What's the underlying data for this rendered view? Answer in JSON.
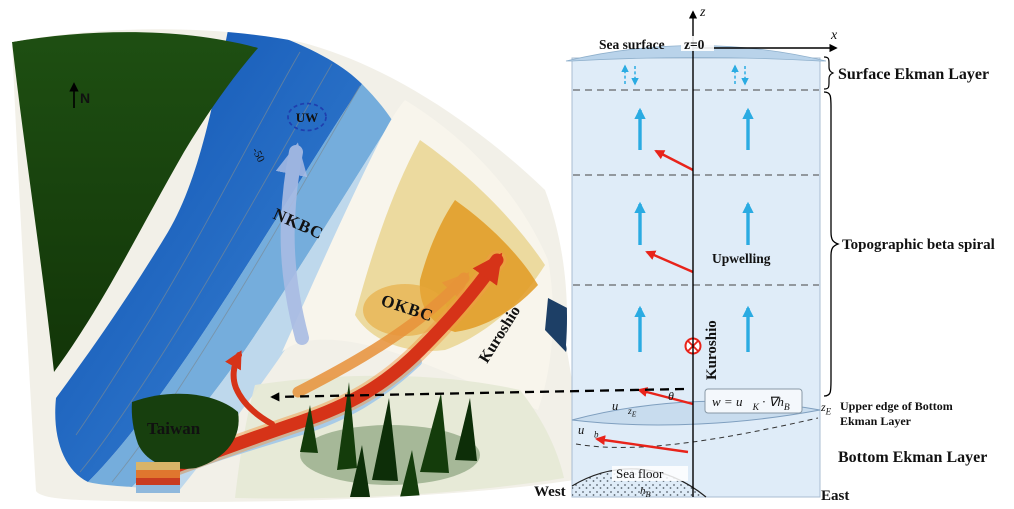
{
  "map": {
    "north": "N",
    "uw": "UW",
    "contour_50": "-50",
    "nkbc": "NKBC",
    "okbc": "OKBC",
    "kuroshio": "Kuroshio",
    "taiwan": "Taiwan"
  },
  "schematic": {
    "z_axis": "z",
    "x_axis": "x",
    "sea_surface": "Sea surface",
    "z_zero": "z=0",
    "surface_ekman": "Surface Ekman Layer",
    "beta_spiral": "Topographic beta spiral",
    "upwelling": "Upwelling",
    "kuroshio": "Kuroshio",
    "theta": "θ",
    "equation": {
      "p1": "w = u⃗",
      "sub1": "K",
      "p2": " · ∇h",
      "sub2": "B"
    },
    "u_ze": {
      "base": "u⃗",
      "sub": "z",
      "subsub": "E"
    },
    "z_e": {
      "base": "z",
      "sub": "E"
    },
    "upper_edge_line1": "Upper  edge of Bottom",
    "upper_edge_line2": "Ekman Layer",
    "bottom_ekman": "Bottom Ekman Layer",
    "u_b": {
      "base": "u⃗",
      "sub": "b"
    },
    "sea_floor": "Sea floor",
    "h_b": {
      "base": "h",
      "sub": "B"
    },
    "west": "West",
    "east": "East"
  },
  "colors": {
    "cyan_arrow": "#2aabe2",
    "red_arrow": "#e8231a",
    "brown_label": "#8b4513",
    "upwelling_blue": "#1b75bb",
    "water_fill": "#dfecf8",
    "kuroshio_red": "#d63318",
    "land_green": "#1a430e",
    "taiwan_yellow": "#f2d21f"
  }
}
